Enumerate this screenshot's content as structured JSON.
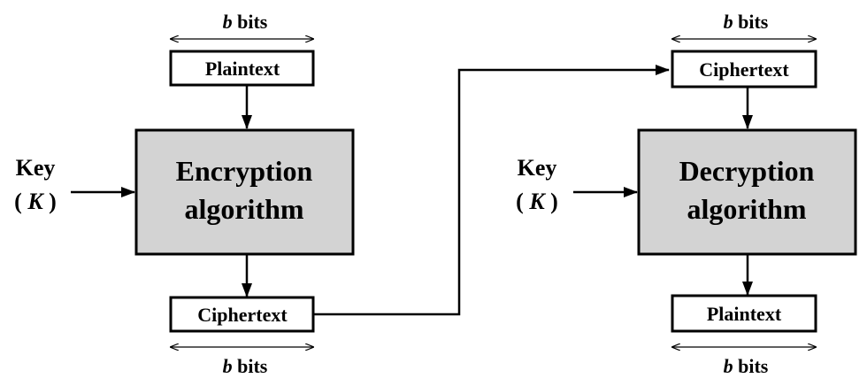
{
  "diagram": {
    "colors": {
      "stroke": "#000000",
      "algorithm_fill": "#d3d3d3",
      "box_fill": "#ffffff"
    },
    "encryption": {
      "width_label": {
        "var": "b",
        "unit": " bits"
      },
      "input_label": "Plaintext",
      "algorithm_line1": "Encryption",
      "algorithm_line2": "algorithm",
      "key_line1": "Key",
      "key_open": "( ",
      "key_var": "K",
      "key_close": " )",
      "output_label": "Ciphertext",
      "output_width_label": {
        "var": "b",
        "unit": " bits"
      }
    },
    "decryption": {
      "width_label": {
        "var": "b",
        "unit": " bits"
      },
      "input_label": "Ciphertext",
      "algorithm_line1": "Decryption",
      "algorithm_line2": "algorithm",
      "key_line1": "Key",
      "key_open": "( ",
      "key_var": "K",
      "key_close": " )",
      "output_label": "Plaintext",
      "output_width_label": {
        "var": "b",
        "unit": " bits"
      }
    }
  }
}
